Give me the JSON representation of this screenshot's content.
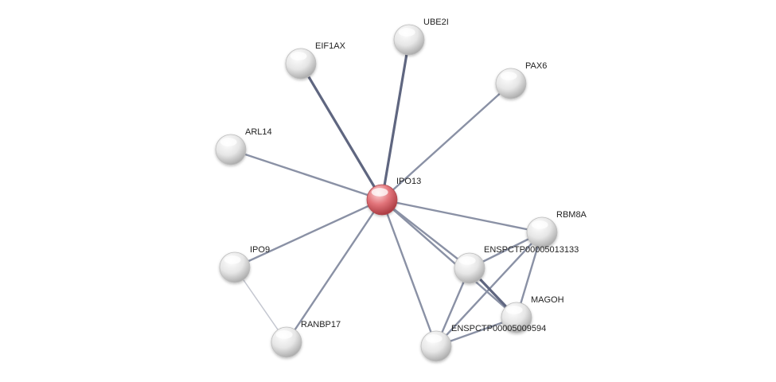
{
  "network": {
    "colors": {
      "background": "#ffffff",
      "edge": "#8a91a5",
      "edge_strong": "#5f6680",
      "edge_weak": "#c4c7d0",
      "node": "#e4e4e4",
      "node_query": "#d9636a",
      "label": "#222222"
    },
    "nodes": [
      {
        "id": "ipo13",
        "label": "IPO13",
        "query": true
      },
      {
        "id": "ube2i",
        "label": "UBE2I",
        "query": false
      },
      {
        "id": "eif1ax",
        "label": "EIF1AX",
        "query": false
      },
      {
        "id": "pax6",
        "label": "PAX6",
        "query": false
      },
      {
        "id": "arl14",
        "label": "ARL14",
        "query": false
      },
      {
        "id": "rbm8a",
        "label": "RBM8A",
        "query": false
      },
      {
        "id": "enspctp13133",
        "label": "ENSPCTP00005013133",
        "query": false
      },
      {
        "id": "ipo9",
        "label": "IPO9",
        "query": false
      },
      {
        "id": "magoh",
        "label": "MAGOH",
        "query": false
      },
      {
        "id": "ranbp17",
        "label": "RANBP17",
        "query": false
      },
      {
        "id": "enspctp09594",
        "label": "ENSPCTP00005009594",
        "query": false
      }
    ],
    "edges": [
      {
        "source": "ipo13",
        "target": "ube2i",
        "strength": "strong"
      },
      {
        "source": "ipo13",
        "target": "eif1ax",
        "strength": "strong"
      },
      {
        "source": "ipo13",
        "target": "pax6",
        "strength": "normal"
      },
      {
        "source": "ipo13",
        "target": "arl14",
        "strength": "normal"
      },
      {
        "source": "ipo13",
        "target": "rbm8a",
        "strength": "normal"
      },
      {
        "source": "ipo13",
        "target": "enspctp13133",
        "strength": "normal"
      },
      {
        "source": "ipo13",
        "target": "magoh",
        "strength": "normal"
      },
      {
        "source": "ipo13",
        "target": "ipo9",
        "strength": "normal"
      },
      {
        "source": "ipo13",
        "target": "ranbp17",
        "strength": "normal"
      },
      {
        "source": "ipo13",
        "target": "enspctp09594",
        "strength": "normal"
      },
      {
        "source": "rbm8a",
        "target": "enspctp13133",
        "strength": "normal"
      },
      {
        "source": "rbm8a",
        "target": "magoh",
        "strength": "normal"
      },
      {
        "source": "rbm8a",
        "target": "enspctp09594",
        "strength": "normal"
      },
      {
        "source": "enspctp13133",
        "target": "magoh",
        "strength": "strong"
      },
      {
        "source": "enspctp13133",
        "target": "enspctp09594",
        "strength": "normal"
      },
      {
        "source": "magoh",
        "target": "enspctp09594",
        "strength": "normal"
      },
      {
        "source": "ipo9",
        "target": "ranbp17",
        "strength": "weak"
      }
    ]
  }
}
